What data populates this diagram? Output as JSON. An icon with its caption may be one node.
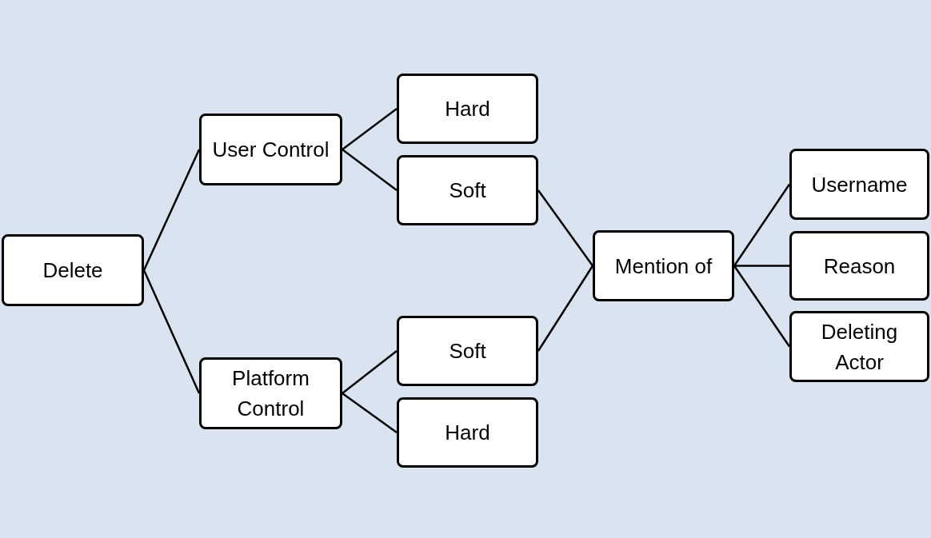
{
  "diagram": {
    "nodes": [
      {
        "text": [
          "Delete"
        ]
      },
      {
        "text": [
          "User Control"
        ]
      },
      {
        "text": [
          "Platform Control"
        ]
      },
      {
        "text": [
          "Hard"
        ]
      },
      {
        "text": [
          "Soft"
        ]
      },
      {
        "text": [
          "Soft"
        ]
      },
      {
        "text": [
          "Hard"
        ]
      },
      {
        "text": [
          "Mention of"
        ]
      },
      {
        "text": [
          "Username"
        ]
      },
      {
        "text": [
          "Reason"
        ]
      },
      {
        "text": [
          "Deleting Actor"
        ]
      }
    ],
    "edges": [
      {
        "from": 0,
        "to": 1,
        "arrow": "none"
      },
      {
        "from": 0,
        "to": 2,
        "arrow": "none"
      },
      {
        "from": 1,
        "to": 3,
        "arrow": "none"
      },
      {
        "from": 1,
        "to": 4,
        "arrow": "none"
      },
      {
        "from": 2,
        "to": 5,
        "arrow": "none"
      },
      {
        "from": 2,
        "to": 6,
        "arrow": "none"
      },
      {
        "from": 4,
        "to": 7,
        "arrow": "none"
      },
      {
        "from": 5,
        "to": 7,
        "arrow": "none"
      },
      {
        "from": 7,
        "to": 8,
        "arrow": "none"
      },
      {
        "from": 7,
        "to": 9,
        "arrow": "none"
      },
      {
        "from": 7,
        "to": 10,
        "arrow": "none"
      }
    ]
  }
}
